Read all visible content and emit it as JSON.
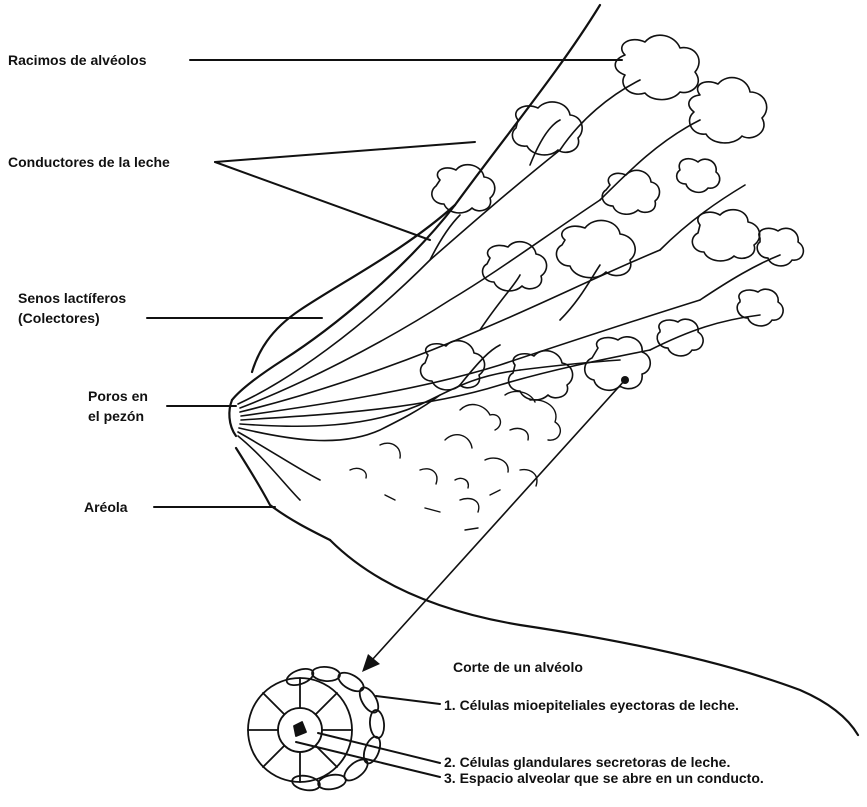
{
  "labels": {
    "racimos": "Racimos de alvéolos",
    "conductores": "Conductores de la leche",
    "senos_1": "Senos lactíferos",
    "senos_2": "(Colectores)",
    "poros_1": "Poros en",
    "poros_2": "el  pezón",
    "areola": "Aréola",
    "corte": "Corte de un alvéolo",
    "celula_1": "1. Células mioepiteliales eyectoras de leche.",
    "celula_2": "2. Células glandulares secretoras de leche.",
    "celula_3": "3. Espacio alveolar que se abre en un conducto."
  },
  "colors": {
    "ink": "#111111",
    "background": "#ffffff"
  }
}
